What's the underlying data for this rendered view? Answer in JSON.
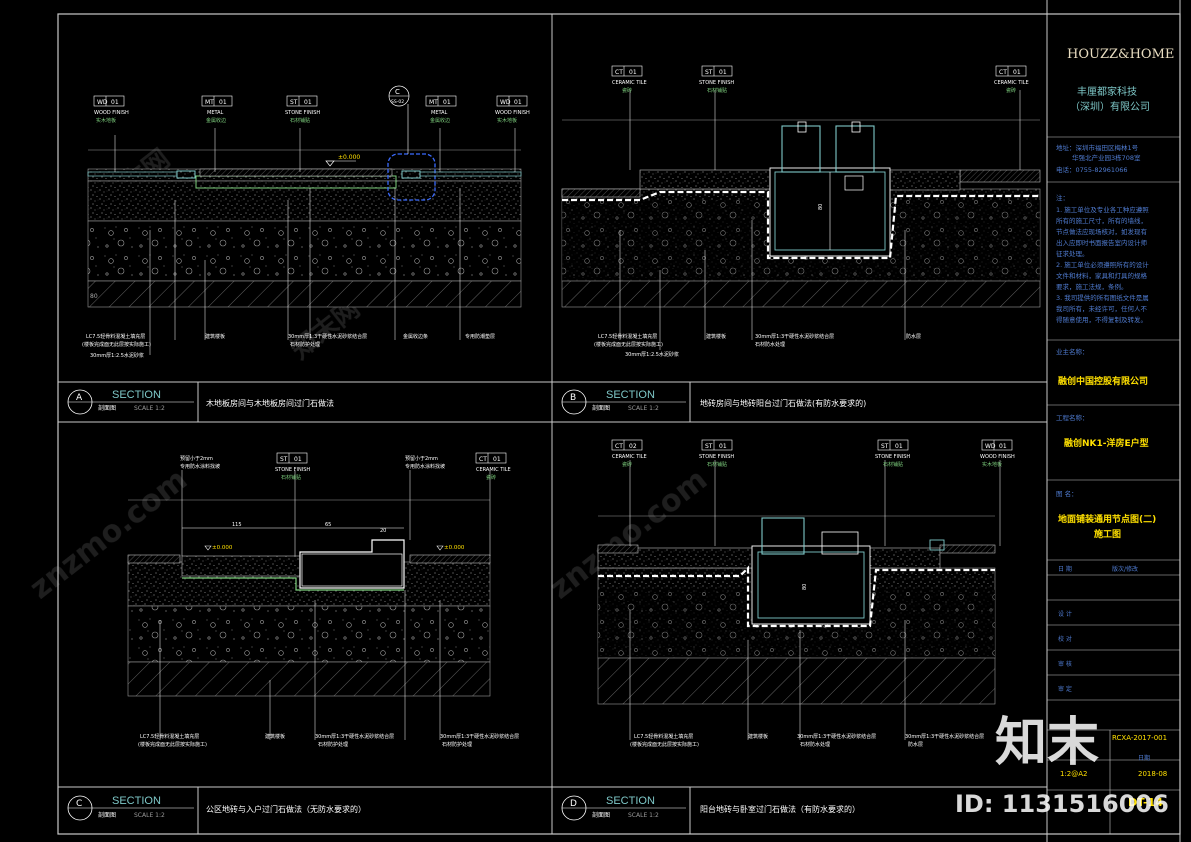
{
  "brand": {
    "logo": "HOUZZ&HOME",
    "company_line1": "丰厘都家科技",
    "company_line2": "（深圳）有限公司",
    "address_label": "地址：深圳市福田区梅林1号",
    "address_line2": "华强北产业园3栋708室",
    "phone": "电话：0755-82961066"
  },
  "notes": {
    "heading": "注：",
    "lines": [
      "1. 施工单位及专业各工种应遵照",
      "所有的施工尺寸，所有的墙线，",
      "节点做法应现场核对，如发现有",
      "出入应即时书面报告室内设计师",
      "征求处理。",
      "2. 施工单位必须遵照所有的设计",
      "文件和材料，家具和灯具的规格",
      "要求，施工法规，条例。",
      "3. 我司提供的所有图纸文件是属",
      "我司所有，未经许可，任何人不",
      "得随意使用，不得复制及转发。"
    ]
  },
  "title_block": {
    "owner_label": "业主名称：",
    "owner": "融创中国控股有限公司",
    "project_label": "工程名称：",
    "project": "融创NK1-洋房E户型",
    "drawing_label": "图 名：",
    "drawing_title1": "地面铺装通用节点图(二)",
    "drawing_title2": "施工图",
    "date_label": "日 期",
    "version_label": "版次/修改",
    "design_label": "设 计",
    "check_label": "校 对",
    "review_label": "审 核",
    "approve_label": "审 定",
    "drawing_no": "RCXA-2017-001",
    "scale_label": "1:2@A2",
    "date": "2018-08",
    "page_label": "日期",
    "page_no": "DT-14"
  },
  "tags": {
    "wd01": [
      "WD",
      "01"
    ],
    "mt01": [
      "MT",
      "01"
    ],
    "st01": [
      "ST",
      "01"
    ],
    "ct01": [
      "CT",
      "01"
    ],
    "ct02": [
      "CT",
      "02"
    ],
    "c_bubble": [
      "C",
      "SS-02"
    ]
  },
  "materials": {
    "wood": [
      "WOOD FINISH",
      "实木地板"
    ],
    "metal": [
      "METAL",
      "金属收边"
    ],
    "stone": [
      "STONE FINISH",
      "石材铺贴"
    ],
    "ceramic": [
      "CERAMIC TILE",
      "瓷砖"
    ]
  },
  "level_marks": {
    "a_ffl": "±0.000",
    "c_left": "±0.000",
    "c_right": "±0.000"
  },
  "dimensions": {
    "c_top_1": "115",
    "c_top_2": "65",
    "c_top_3": "20",
    "b_pit": "80",
    "d_pit": "80",
    "c_side_label": "预留小于2mm",
    "c_side_label2": "专用防水涂料找坡"
  },
  "callouts": {
    "a": [
      "LC7.5轻骨料混凝土填充层",
      "(楼板完成面无此层按实际施工)",
      "30mm厚1:2.5水泥砂浆",
      "建筑楼板",
      "30mm厚1:3干硬性水泥砂浆结合层",
      "石材防护处理",
      "金属收边条",
      "专用防潮垫层"
    ],
    "b": [
      "LC7.5轻骨料混凝土填充层",
      "(楼板完成面无此层按实际施工)",
      "30mm厚1:2.5水泥砂浆",
      "建筑楼板",
      "30mm厚1:3干硬性水泥砂浆结合层",
      "石材防水处理",
      "防水层"
    ],
    "c": [
      "LC7.5轻骨料混凝土填充层",
      "(楼板完成面无此层按实际施工)",
      "建筑楼板",
      "30mm厚1:3干硬性水泥砂浆结合层",
      "石材防护处理",
      "30mm厚1:3干硬性水泥砂浆结合层",
      "石材防护处理"
    ],
    "d": [
      "LC7.5轻骨料混凝土填充层",
      "(楼板完成面无此层按实际施工)",
      "建筑楼板",
      "30mm厚1:3干硬性水泥砂浆结合层",
      "石材防水处理",
      "30mm厚1:3干硬性水泥砂浆结合层",
      "防水层"
    ]
  },
  "sections": [
    {
      "letter": "A",
      "word": "SECTION",
      "sub": "剖面图",
      "scale": "SCALE  1:2",
      "title": "木地板房间与木地板房间过门石做法"
    },
    {
      "letter": "B",
      "word": "SECTION",
      "sub": "剖面图",
      "scale": "SCALE  1:2",
      "title": "地砖房间与地砖阳台过门石做法(有防水要求的)"
    },
    {
      "letter": "C",
      "word": "SECTION",
      "sub": "剖面图",
      "scale": "SCALE  1:2",
      "title": "公区地砖与入户过门石做法（无防水要求的）"
    },
    {
      "letter": "D",
      "word": "SECTION",
      "sub": "剖面图",
      "scale": "SCALE  1:2",
      "title": "阳台地砖与卧室过门石做法（有防水要求的）"
    }
  ],
  "watermark": {
    "cn": "知末",
    "id": "ID: 1131516006",
    "site": "znzmo.com",
    "site_cn": "知末网"
  },
  "colors": {
    "bg": "#000000",
    "frame": "#c9c9c9",
    "cyan": "#7ec8c8",
    "green": "#7ed07e",
    "yellow": "#ffe000",
    "red": "#ff4040",
    "blue": "#3b6bff",
    "brand": "#e8dcc0"
  }
}
